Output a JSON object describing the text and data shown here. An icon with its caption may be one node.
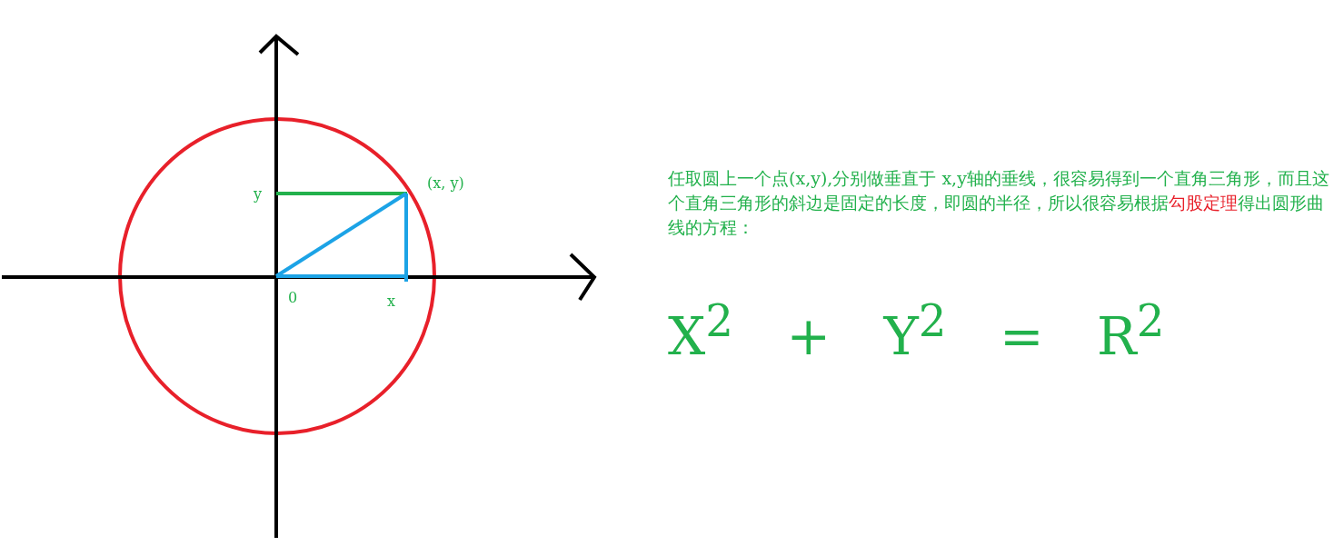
{
  "diagram": {
    "labels": [
      "y",
      "(x, y)",
      "0",
      "x",
      "任取圆上一个点(x,y),分别做垂直于 x,y轴的垂线，很容易得到一个直角三角形，而且这个直角三角形的斜边是固定的长度，即圆的半径，所以很容易根据",
      "勾股定理",
      "得出圆形曲线的方程：",
      "X$^{2}$ + Y$^{2}$ = R$^{2}$"
    ]
  }
}
